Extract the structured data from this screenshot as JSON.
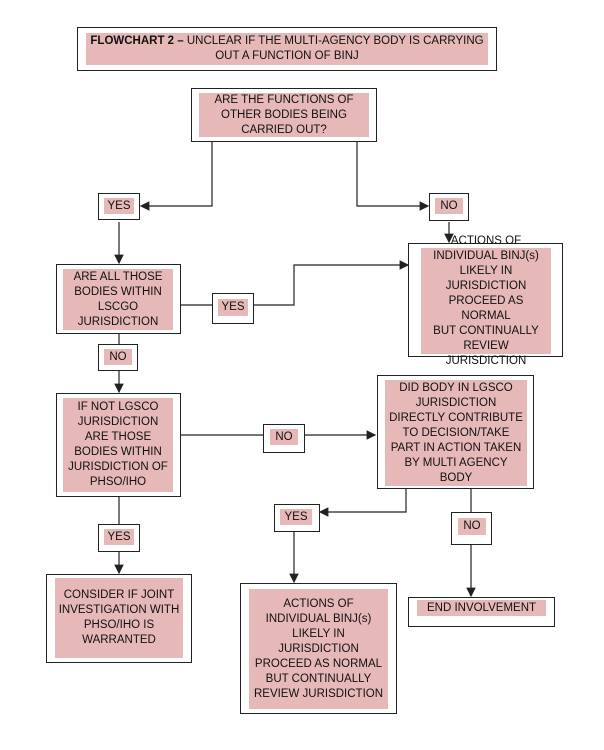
{
  "title": {
    "prefix": "FLOWCHART 2 –",
    "line1": "UNCLEAR IF THE MULTI-AGENCY BODY IS CARRYING",
    "line2": "OUT A FUNCTION OF BINJ"
  },
  "nodes": {
    "q_functions": [
      "ARE THE FUNCTIONS OF",
      "OTHER BODIES BEING",
      "CARRIED OUT?"
    ],
    "q_lscgo": [
      "ARE ALL THOSE",
      "BODIES WITHIN",
      "LSCGO",
      "JURISDICTION"
    ],
    "actions_right": [
      "ACTIONS OF",
      "INDIVIDUAL BINJ(s)",
      "LIKELY IN",
      "JURISDICTION",
      "PROCEED AS NORMAL",
      "BUT CONTINUALLY",
      "REVIEW JURISDICTION"
    ],
    "q_phso": [
      "IF NOT LGSCO",
      "JURISDICTION",
      "ARE THOSE",
      "BODIES WITHIN",
      "JURISDICTION OF",
      "PHSO/IHO"
    ],
    "q_contribute": [
      "DID BODY IN LGSCO",
      "JURISDICTION",
      "DIRECTLY CONTRIBUTE",
      "TO DECISION/TAKE",
      "PART IN ACTION TAKEN",
      "BY MULTI AGENCY",
      "BODY"
    ],
    "consider_joint": [
      "CONSIDER IF JOINT",
      "INVESTIGATION WITH",
      "PHSO/IHO IS",
      "WARRANTED"
    ],
    "actions_bottom": [
      "ACTIONS OF",
      "INDIVIDUAL BINJ(s)",
      "LIKELY IN",
      "JURISDICTION",
      "PROCEED AS NORMAL",
      "BUT CONTINUALLY",
      "REVIEW JURISDICTION"
    ],
    "end_involvement": "END INVOLVEMENT"
  },
  "labels": {
    "yes_1": "YES",
    "no_1": "NO",
    "yes_2": "YES",
    "no_2": "NO",
    "no_3": "NO",
    "yes_3": "YES",
    "yes_4": "YES",
    "no_4": "NO"
  },
  "colors": {
    "fill": "#e6b8b8",
    "border": "#222222",
    "line": "#222222"
  }
}
